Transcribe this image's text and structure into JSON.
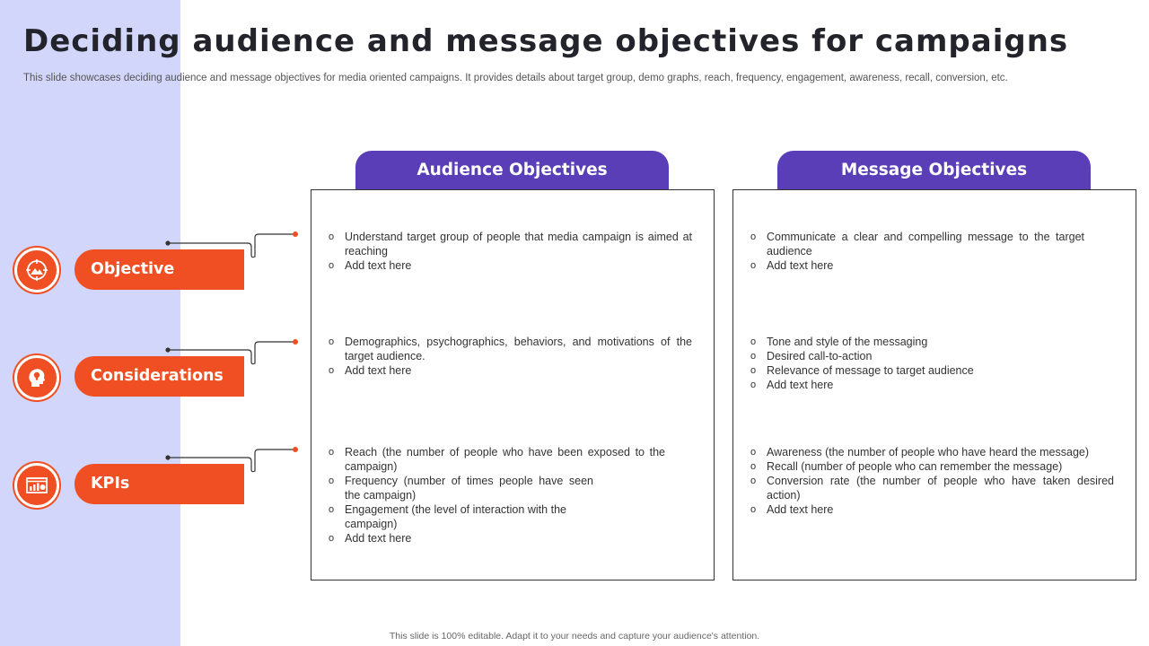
{
  "title": "Deciding audience and message objectives for campaigns",
  "subtitle": "This slide showcases deciding audience and message objectives for media oriented campaigns. It provides details about target group, demo graphs, reach, frequency, engagement, awareness, recall, conversion, etc.",
  "footer": "This slide is 100% editable.  Adapt it to your needs and capture your audience's attention.",
  "colors": {
    "accent_orange": "#f04e23",
    "header_purple": "#5a3eb8",
    "side_band": "#d3d6fb"
  },
  "rows": [
    {
      "label": "Objective",
      "icon": "target-mountain-icon"
    },
    {
      "label": "Considerations",
      "icon": "head-lightbulb-icon"
    },
    {
      "label": "KPIs",
      "icon": "analytics-screen-icon"
    }
  ],
  "columns": [
    {
      "header": "Audience Objectives",
      "cells": [
        [
          "Understand target group of people that media campaign is aimed at reaching",
          "Add text here"
        ],
        [
          "Demographics, psychographics, behaviors, and motivations of the target audience.",
          "Add text here"
        ],
        [
          "Reach (the number of people who have been exposed to the campaign)",
          "Frequency (number of times people have seen the campaign)",
          "Engagement (the level of interaction with the campaign)",
          "Add text here"
        ]
      ]
    },
    {
      "header": "Message Objectives",
      "cells": [
        [
          "Communicate a clear and compelling message to the target audience",
          "Add text here"
        ],
        [
          "Tone and style of the messaging",
          "Desired call-to-action",
          "Relevance of message to target audience",
          "Add text here"
        ],
        [
          "Awareness (the number of people who have heard the message)",
          "Recall (number of people who can remember the message)",
          "Conversion rate (the number of people who have taken desired action)",
          "Add text here"
        ]
      ]
    }
  ]
}
